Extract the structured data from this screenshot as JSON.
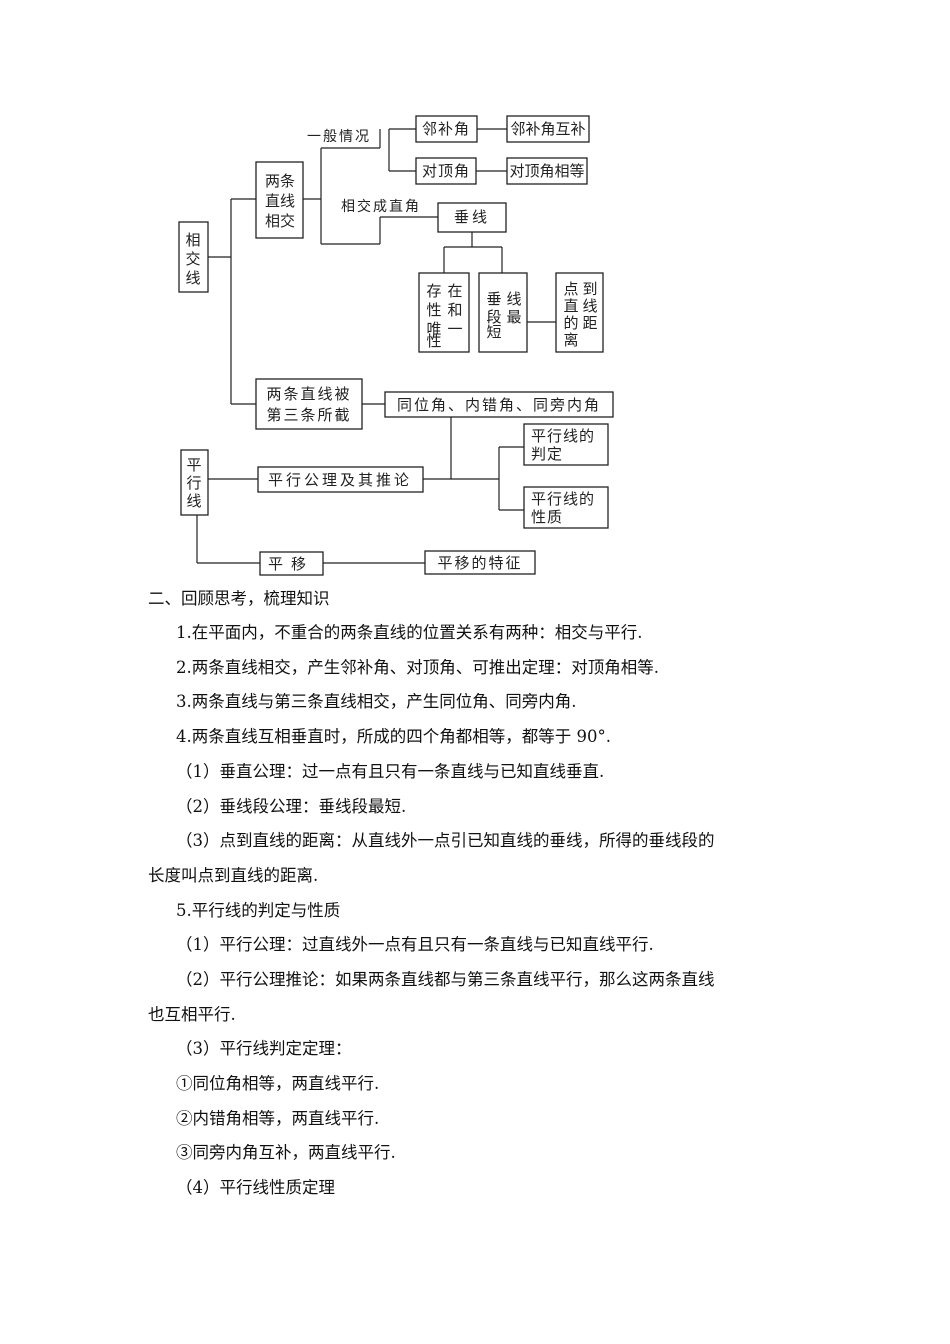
{
  "diagram": {
    "root_intersect": "相交线",
    "two_lines_intersect": "两条直线相交",
    "general_case": "一般情况",
    "adjacent_angle": "邻补角",
    "adjacent_complementary": "邻补角互补",
    "vertical_angle": "对顶角",
    "vertical_equal": "对顶角相等",
    "right_angle_intersect": "相交成直角",
    "perpendicular": "垂线",
    "existence_uniqueness": "存在性和唯一性",
    "perp_segment_shortest": "垂线段最短",
    "point_line_distance": "点到直线的距离",
    "cut_by_third": "两条直线被第三条所截",
    "angles": "同位角、内错角、同旁内角",
    "parallel_judge": "平行线的判定",
    "parallel_property": "平行线的性质",
    "root_parallel": "平行线",
    "parallel_axiom": "平行公理及其推论",
    "translation": "平移",
    "translation_feature": "平移的特征"
  },
  "content": {
    "section_title": "二、回顾思考，梳理知识",
    "p1": "1.在平面内，不重合的两条直线的位置关系有两种：相交与平行.",
    "p2": "2.两条直线相交，产生邻补角、对顶角、可推出定理：对顶角相等.",
    "p3": "3.两条直线与第三条直线相交，产生同位角、同旁内角.",
    "p4": "4.两条直线互相垂直时，所成的四个角都相等，都等于 90°.",
    "p4_1": "（1）垂直公理：过一点有且只有一条直线与已知直线垂直.",
    "p4_2": "（2）垂线段公理：垂线段最短.",
    "p4_3a": "（3）点到直线的距离：从直线外一点引已知直线的垂线，所得的垂线段的",
    "p4_3b": "长度叫点到直线的距离.",
    "p5": "5.平行线的判定与性质",
    "p5_1": "（1）平行公理：过直线外一点有且只有一条直线与已知直线平行.",
    "p5_2a": "（2）平行公理推论：如果两条直线都与第三条直线平行，那么这两条直线",
    "p5_2b": "也互相平行.",
    "p5_3": "（3）平行线判定定理：",
    "p5_3_1": "①同位角相等，两直线平行.",
    "p5_3_2": "②内错角相等，两直线平行.",
    "p5_3_3": "③同旁内角互补，两直线平行.",
    "p5_4": "（4）平行线性质定理"
  }
}
